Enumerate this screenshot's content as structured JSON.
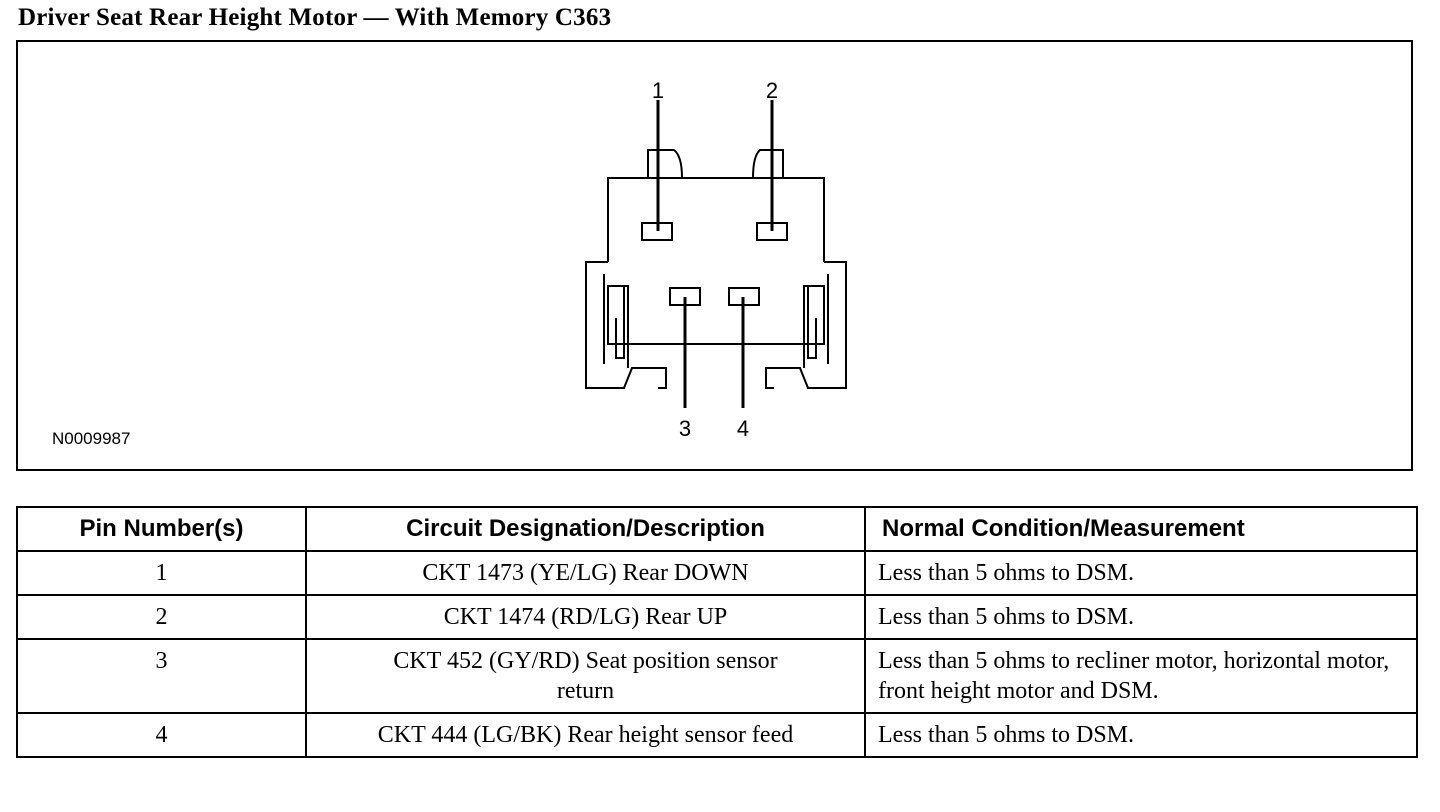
{
  "title": "Driver Seat Rear Height Motor — With Memory C363",
  "figure": {
    "code": "N0009987",
    "pins": [
      {
        "label": "1"
      },
      {
        "label": "2"
      },
      {
        "label": "3"
      },
      {
        "label": "4"
      }
    ]
  },
  "table": {
    "headers": [
      "Pin Number(s)",
      "Circuit Designation/Description",
      "Normal Condition/Measurement"
    ],
    "rows": [
      {
        "pin": "1",
        "circuit": "CKT 1473 (YE/LG) Rear DOWN",
        "measurement": "Less than 5 ohms to DSM."
      },
      {
        "pin": "2",
        "circuit": "CKT 1474 (RD/LG) Rear UP",
        "measurement": "Less than 5 ohms to DSM."
      },
      {
        "pin": "3",
        "circuit": "CKT 452 (GY/RD) Seat position sensor return",
        "measurement": "Less than 5 ohms to recliner motor, horizontal motor, front height motor and DSM."
      },
      {
        "pin": "4",
        "circuit": "CKT 444 (LG/BK) Rear height sensor feed",
        "measurement": "Less than 5 ohms to DSM."
      }
    ]
  }
}
